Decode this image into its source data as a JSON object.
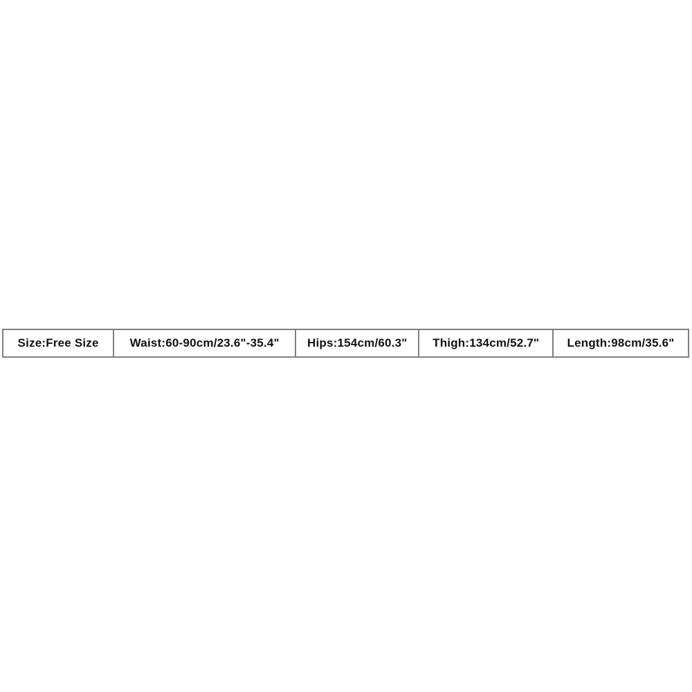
{
  "size_chart": {
    "border_color": "#7f7f7f",
    "text_color": "#111111",
    "cells": {
      "size": "Size:Free Size",
      "waist": "Waist:60-90cm/23.6\"-35.4\"",
      "hips": "Hips:154cm/60.3\"",
      "thigh": "Thigh:134cm/52.7\"",
      "length": "Length:98cm/35.6\""
    }
  }
}
